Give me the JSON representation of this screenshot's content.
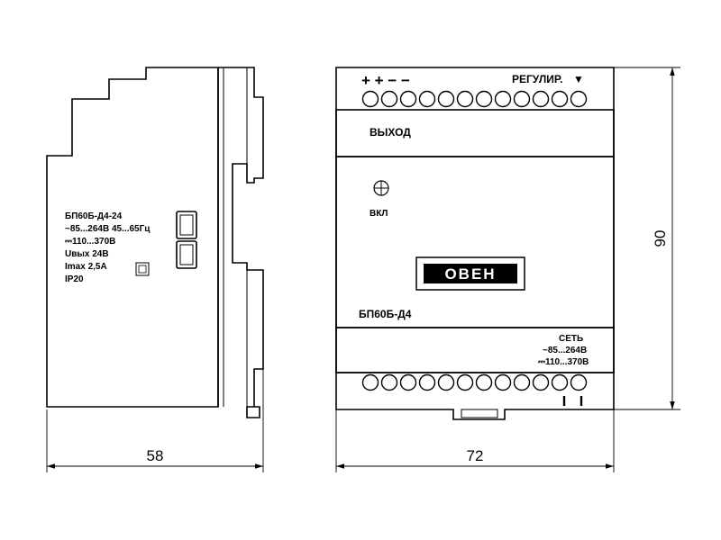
{
  "side_view": {
    "label_lines": [
      "БП60Б-Д4-24",
      "~85...264В 45...65Гц",
      "⎓110...370В",
      "Uвых 24В",
      "Imax  2,5А",
      "IP20"
    ],
    "width_dimension": "58"
  },
  "front_view": {
    "terminal_marks": "+ + − −",
    "adjust_label": "РЕГУЛИР.",
    "adjust_arrow": "▼",
    "output_label": "ВЫХОД",
    "power_label": "ВКЛ",
    "logo_text": "ОВЕН",
    "model": "БП60Б-Д4",
    "mains_title": "СЕТЬ",
    "mains_ac": "~85...264В",
    "mains_dc": "⎓110...370В",
    "width_dimension": "72",
    "height_dimension": "90"
  },
  "colors": {
    "line": "#000000",
    "background": "#ffffff"
  }
}
